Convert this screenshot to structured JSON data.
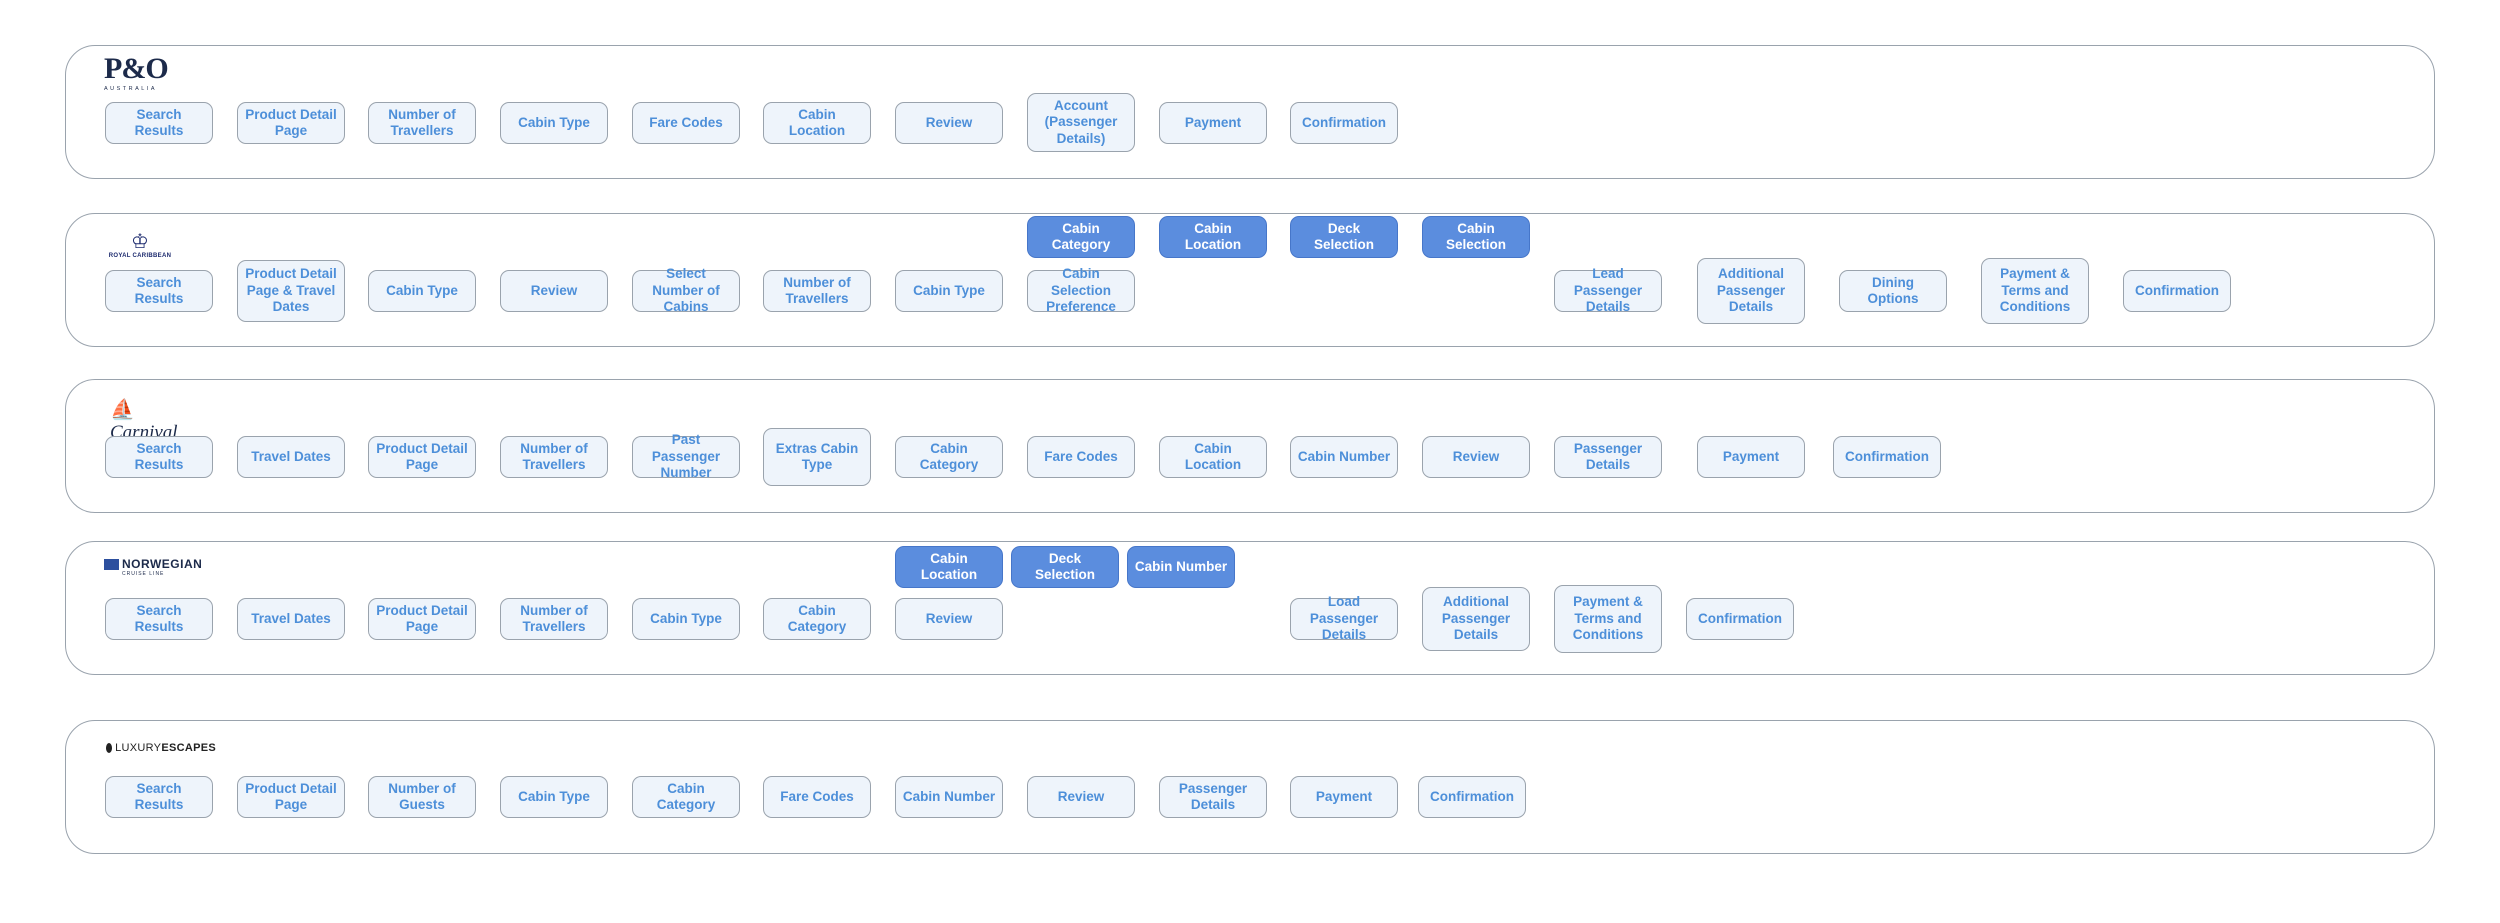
{
  "brands": {
    "po": {
      "name": "P&O",
      "sub": "AUSTRALIA"
    },
    "rc": {
      "name": "ROYAL CARIBBEAN"
    },
    "carnival": {
      "name": "Carnival"
    },
    "ncl": {
      "name": "NORWEGIAN",
      "sub": "CRUISE LINE"
    },
    "le": {
      "name_a": "LUXURY",
      "name_b": "ESCAPES"
    }
  },
  "colors": {
    "node_fill": "#eef4fb",
    "node_text": "#4d8fd9",
    "highlight_fill": "#5b8dde",
    "border": "#9aa3ad"
  },
  "po": {
    "steps": [
      "Search Results",
      "Product Detail Page",
      "Number of Travellers",
      "Cabin Type",
      "Fare Codes",
      "Cabin Location",
      "Review",
      "Account (Passenger Details)",
      "Payment",
      "Confirmation"
    ]
  },
  "rc": {
    "steps": [
      "Search Results",
      "Product Detail Page & Travel Dates",
      "Cabin Type",
      "Review",
      "Select Number of Cabins",
      "Number of Travellers",
      "Cabin Type",
      "Cabin Selection Preference",
      "Lead Passenger Details",
      "Additional Passenger Details",
      "Dining Options",
      "Payment & Terms and Conditions",
      "Confirmation"
    ],
    "branch": [
      "Cabin Category",
      "Cabin Location",
      "Deck Selection",
      "Cabin Selection"
    ]
  },
  "carnival": {
    "steps": [
      "Search Results",
      "Travel Dates",
      "Product Detail Page",
      "Number of Travellers",
      "Past Passenger Number",
      "Extras Cabin Type",
      "Cabin Category",
      "Fare Codes",
      "Cabin Location",
      "Cabin Number",
      "Review",
      "Passenger Details",
      "Payment",
      "Confirmation"
    ]
  },
  "ncl": {
    "steps": [
      "Search Results",
      "Travel Dates",
      "Product Detail Page",
      "Number of Travellers",
      "Cabin Type",
      "Cabin Category",
      "Review",
      "Load Passenger Details",
      "Additional Passenger Details",
      "Payment & Terms and Conditions",
      "Confirmation"
    ],
    "branch": [
      "Cabin Location",
      "Deck Selection",
      "Cabin Number"
    ]
  },
  "le": {
    "steps": [
      "Search Results",
      "Product Detail Page",
      "Number of Guests",
      "Cabin Type",
      "Cabin Category",
      "Fare Codes",
      "Cabin Number",
      "Review",
      "Passenger Details",
      "Payment",
      "Confirmation"
    ]
  }
}
